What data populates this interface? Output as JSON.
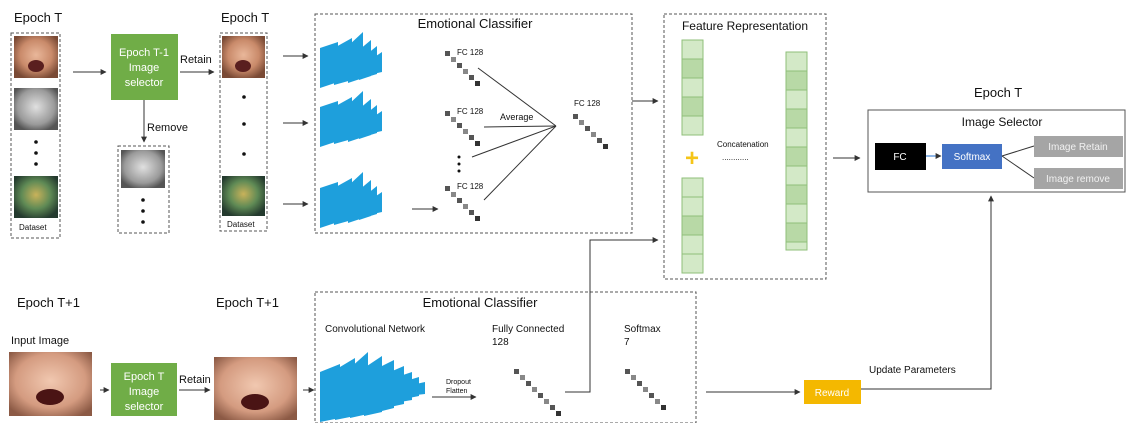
{
  "top": {
    "epoch_t_left": "Epoch T",
    "epoch_t_mid": "Epoch T",
    "dataset_left": "Dataset",
    "dataset_mid": "Dataset",
    "selector_lines": [
      "Epoch T-1",
      "Image",
      "selector"
    ],
    "retain": "Retain",
    "remove": "Remove",
    "classifier_title": "Emotional Classifier",
    "fc_a": "FC 128",
    "fc_b": "FC 128",
    "fc_c": "FC 128",
    "fc_avg": "FC 128",
    "average": "Average"
  },
  "feature": {
    "title": "Feature Representation",
    "concat": "Concatenation",
    "concat_dots": "............"
  },
  "image_selector": {
    "epoch": "Epoch T",
    "title": "Image Selector",
    "fc": "FC",
    "softmax": "Softmax",
    "retain": "Image Retain",
    "remove": "Image remove"
  },
  "bottom": {
    "epoch_t1_left": "Epoch T+1",
    "epoch_t1_mid": "Epoch T+1",
    "input_image": "Input Image",
    "selector_lines": [
      "Epoch T",
      "Image",
      "selector"
    ],
    "retain": "Retain",
    "classifier_title": "Emotional Classifier",
    "conv": "Convolutional Network",
    "fc_lines": [
      "Fully Connected",
      "128"
    ],
    "softmax_lines": [
      "Softmax",
      "7"
    ],
    "dropout_lines": [
      "Dropout",
      "Flatten"
    ],
    "reward": "Reward",
    "update": "Update Parameters"
  },
  "colors": {
    "green": "#70ad47",
    "blue_layer": "#1e9fdc",
    "feature_cell": "#d3e9c7",
    "feature_cell_alt": "#b8d9a6",
    "softmax_blue": "#4472c4",
    "gray_box": "#a5a5a5",
    "reward": "#f4b800",
    "plus": "#f5c518"
  }
}
